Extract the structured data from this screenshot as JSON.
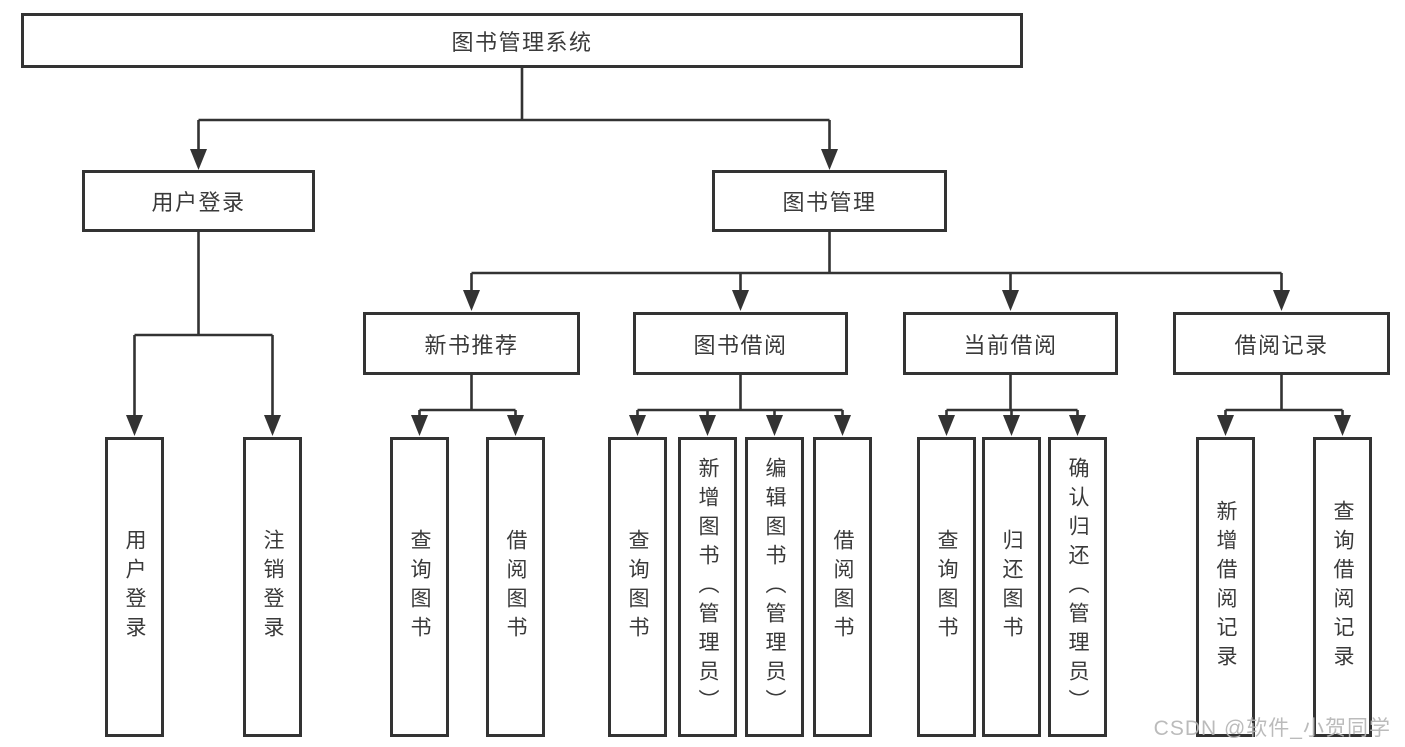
{
  "tree": {
    "root": "图书管理系统",
    "branches": [
      {
        "label": "用户登录",
        "leaves": [
          "用户登录",
          "注销登录"
        ]
      },
      {
        "label": "图书管理",
        "groups": [
          {
            "label": "新书推荐",
            "leaves": [
              "查询图书",
              "借阅图书"
            ]
          },
          {
            "label": "图书借阅",
            "leaves": [
              "查询图书",
              "新增图书（管理员）",
              "编辑图书（管理员）",
              "借阅图书"
            ]
          },
          {
            "label": "当前借阅",
            "leaves": [
              "查询图书",
              "归还图书",
              "确认归还（管理员）"
            ]
          },
          {
            "label": "借阅记录",
            "leaves": [
              "新增借阅记录",
              "查询借阅记录"
            ]
          }
        ]
      }
    ]
  },
  "watermark": "CSDN @软件_小贺同学",
  "colors": {
    "line": "#333333",
    "ink": "#3a3a3a",
    "boxbg": "#ffffff",
    "pagebg": "#ffffff",
    "watermark": "#b6b6b6"
  }
}
